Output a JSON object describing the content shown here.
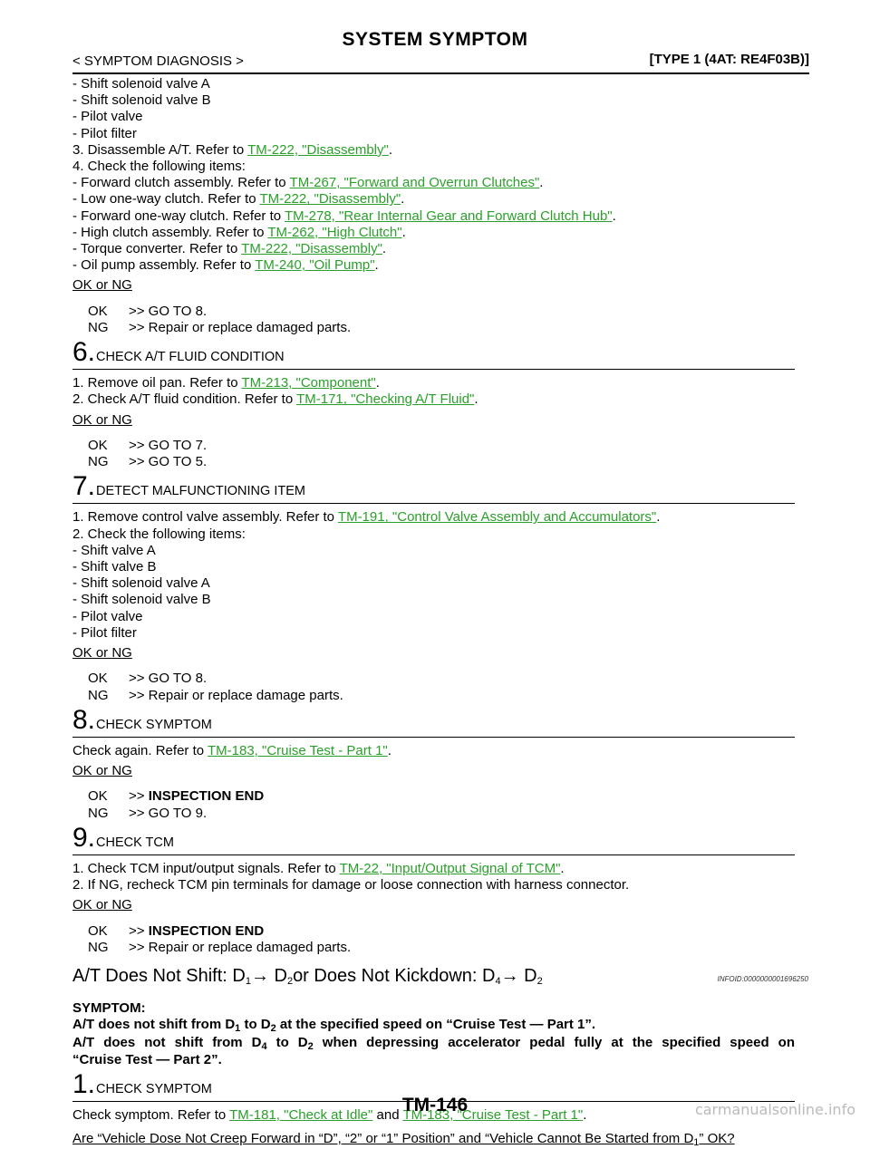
{
  "header": {
    "title": "SYSTEM SYMPTOM",
    "section": "< SYMPTOM DIAGNOSIS >",
    "type": "[TYPE 1 (4AT: RE4F03B)]"
  },
  "top_list": [
    "- Shift solenoid valve A",
    "- Shift solenoid valve B",
    "- Pilot valve",
    "- Pilot filter"
  ],
  "step5_tail": {
    "l3_pre": "3. Disassemble A/T. Refer to ",
    "l3_link": "TM-222, \"Disassembly\"",
    "l4": "4. Check the following items:",
    "items": [
      {
        "pre": "- Forward clutch assembly. Refer to ",
        "link": "TM-267, \"Forward and Overrun Clutches\""
      },
      {
        "pre": "- Low one-way clutch. Refer to ",
        "link": "TM-222, \"Disassembly\""
      },
      {
        "pre": "- Forward one-way clutch. Refer to ",
        "link": "TM-278, \"Rear Internal Gear and Forward Clutch Hub\""
      },
      {
        "pre": "- High clutch assembly. Refer to ",
        "link": "TM-262, \"High Clutch\""
      },
      {
        "pre": "- Torque converter. Refer to ",
        "link": "TM-222, \"Disassembly\""
      },
      {
        "pre": "- Oil pump assembly. Refer to ",
        "link": "TM-240, \"Oil Pump\""
      }
    ],
    "okng": "OK or NG",
    "ok": "OK",
    "ok_arrow": ">> GO TO 8.",
    "ng": "NG",
    "ng_arrow": ">> Repair or replace damaged parts."
  },
  "step6": {
    "num": "6.",
    "title": "CHECK A/T FLUID CONDITION",
    "l1_pre": "1. Remove oil pan. Refer to ",
    "l1_link": "TM-213, \"Component\"",
    "l2_pre": "2. Check A/T fluid condition. Refer to ",
    "l2_link": "TM-171, \"Checking A/T Fluid\"",
    "okng": "OK or NG",
    "ok": "OK",
    "ok_arrow": ">> GO TO 7.",
    "ng": "NG",
    "ng_arrow": ">> GO TO 5."
  },
  "step7": {
    "num": "7.",
    "title": "DETECT MALFUNCTIONING ITEM",
    "l1_pre": "1. Remove control valve assembly. Refer to ",
    "l1_link": "TM-191, \"Control Valve Assembly and Accumulators\"",
    "l2": "2. Check the following items:",
    "items": [
      "- Shift valve A",
      "- Shift valve B",
      "- Shift solenoid valve A",
      "- Shift solenoid valve B",
      "- Pilot valve",
      "- Pilot filter"
    ],
    "okng": "OK or NG",
    "ok": "OK",
    "ok_arrow": ">> GO TO 8.",
    "ng": "NG",
    "ng_arrow": ">> Repair or replace damage parts."
  },
  "step8": {
    "num": "8.",
    "title": "CHECK SYMPTOM",
    "l1_pre": "Check again. Refer to ",
    "l1_link": "TM-183, \"Cruise Test - Part 1\"",
    "okng": "OK or NG",
    "ok": "OK",
    "ok_arrow": ">> ",
    "ok_bold": "INSPECTION END",
    "ng": "NG",
    "ng_arrow": ">> GO TO 9."
  },
  "step9": {
    "num": "9.",
    "title": "CHECK TCM",
    "l1_pre": "1. Check TCM input/output signals. Refer to ",
    "l1_link": "TM-22, \"Input/Output Signal of TCM\"",
    "l2": "2. If NG, recheck TCM pin terminals for damage or loose connection with harness connector.",
    "okng": "OK or NG",
    "ok": "OK",
    "ok_arrow": ">> ",
    "ok_bold": "INSPECTION END",
    "ng": "NG",
    "ng_arrow": ">> Repair or replace damaged parts."
  },
  "section2": {
    "t1": "A/T Does Not Shift: D",
    "s1": "1",
    "t2": "→ D",
    "s2": "2",
    "t3": "or Does Not Kickdown: D",
    "s3": "4",
    "t4": "→ D",
    "s4": "2",
    "infoid": "INFOID:0000000001696250",
    "symptom_label": "SYMPTOM:",
    "sym1_a": "A/T does not shift from D",
    "sym1_s1": "1",
    "sym1_b": " to D",
    "sym1_s2": "2",
    "sym1_c": " at the specified speed on “Cruise Test — Part 1”.",
    "sym2_a": "A/T does not shift from D",
    "sym2_s1": "4",
    "sym2_b": " to D",
    "sym2_s2": "2",
    "sym2_c": " when depressing accelerator pedal fully at the specified speed on",
    "sym2_d": "“Cruise Test — Part 2”."
  },
  "s2step1": {
    "num": "1.",
    "title": "CHECK SYMPTOM",
    "l1_pre": "Check symptom. Refer to ",
    "l1_link1": "TM-181, \"Check at Idle\"",
    "l1_mid": " and ",
    "l1_link2": "TM-183, \"Cruise Test - Part 1\"",
    "q_a": "Are “Vehicle Dose Not Creep Forward in “D”, “2” or “1” Position” and “Vehicle Cannot Be Started from D",
    "q_s": "1",
    "q_b": "” OK?"
  },
  "footer": "TM-146",
  "watermark": "carmanualsonline.info"
}
